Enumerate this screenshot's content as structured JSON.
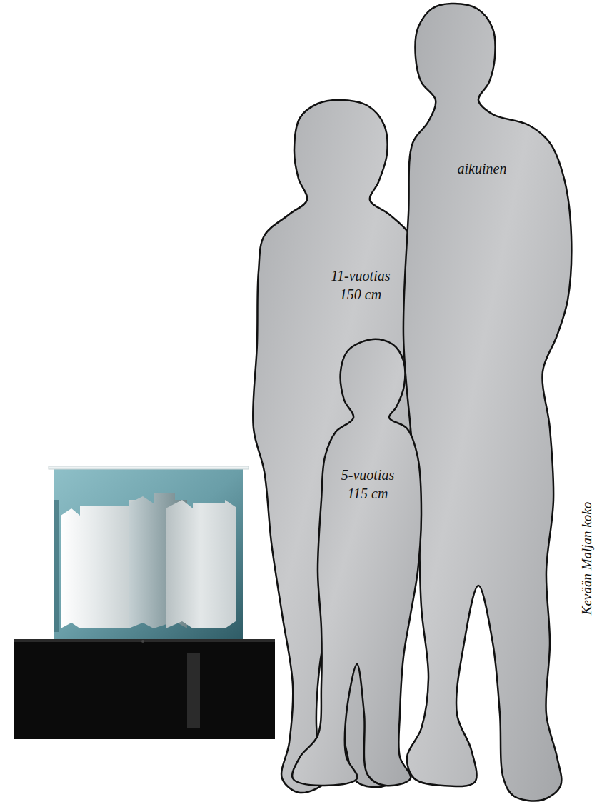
{
  "diagram": {
    "nodes": [
      {
        "text": [
          "aikuinen"
        ]
      },
      {
        "text": [
          "11-vuotias",
          "150 cm"
        ]
      },
      {
        "text": [
          "5-vuotias",
          "115 cm"
        ]
      }
    ],
    "labels": [
      "Kevään Maljan koko"
    ]
  }
}
